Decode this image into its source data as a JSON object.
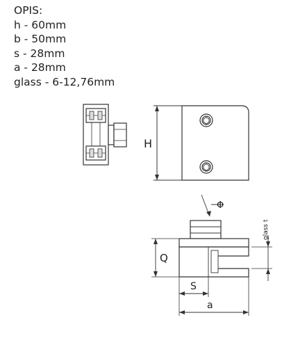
{
  "spec": {
    "title": "OPIS:",
    "rows": [
      "h - 60mm",
      "b - 50mm",
      "s - 28mm",
      "a - 28mm",
      "glass - 6-12,76mm"
    ]
  },
  "drawing": {
    "label_h": "H",
    "label_q": "Q",
    "label_s": "S",
    "label_a": "a",
    "label_phi": "Φ",
    "label_glass": "glass t"
  },
  "colors": {
    "line": "#333333",
    "fill": "#ffffff",
    "hatch": "#777777"
  }
}
